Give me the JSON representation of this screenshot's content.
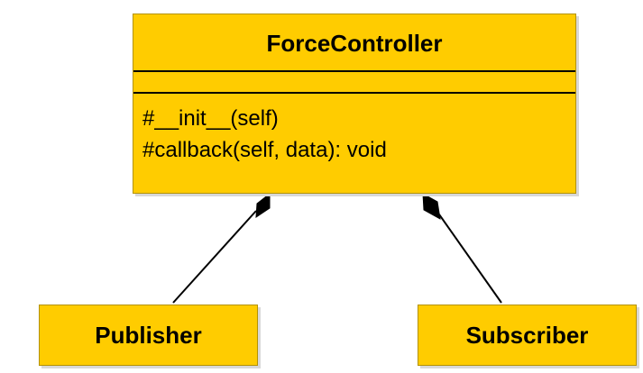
{
  "diagram": {
    "main_class": {
      "name": "ForceController",
      "attributes": [],
      "operations": [
        "#__init__(self)",
        "#callback(self, data): void"
      ]
    },
    "components": [
      {
        "name": "Publisher"
      },
      {
        "name": "Subscriber"
      }
    ],
    "relations": [
      {
        "from": "ForceController",
        "to": "Publisher",
        "type": "composition"
      },
      {
        "from": "ForceController",
        "to": "Subscriber",
        "type": "composition"
      }
    ]
  },
  "colors": {
    "box_fill": "#ffcc00",
    "box_border": "#b39200",
    "line": "#000000"
  }
}
